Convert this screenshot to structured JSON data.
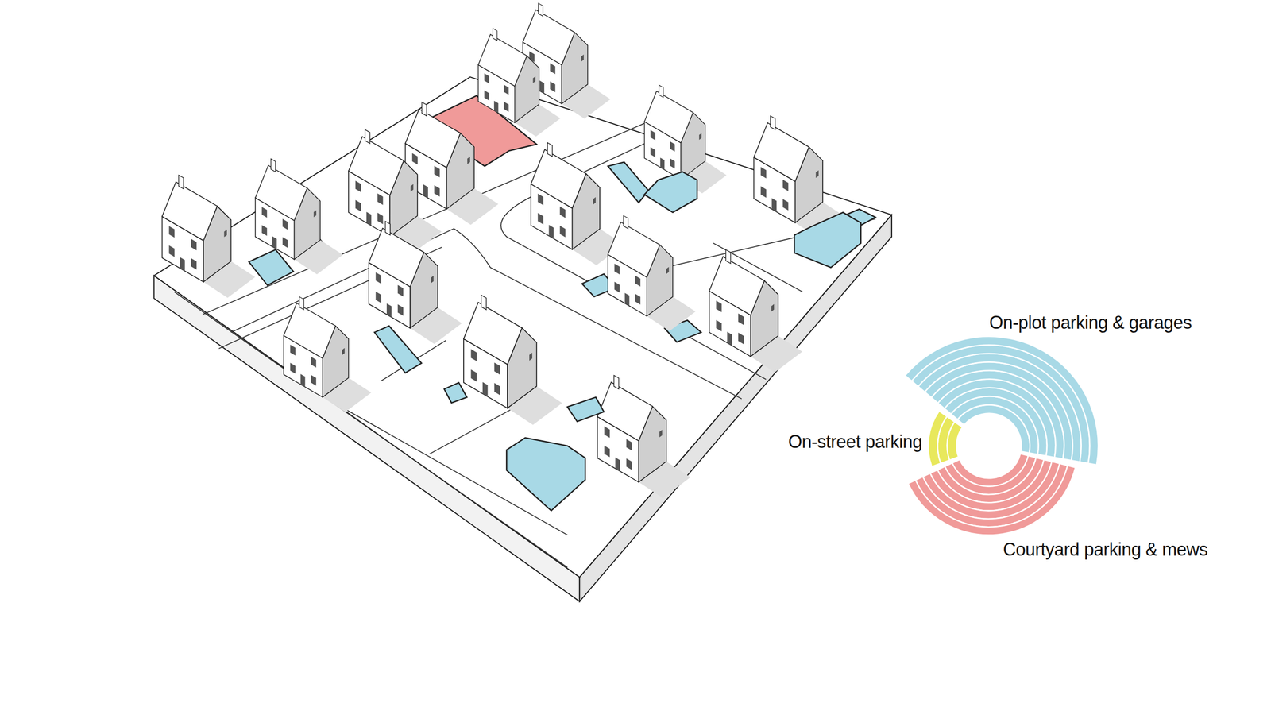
{
  "diagram": {
    "legend": [
      {
        "text": "On-plot parking & garages",
        "color": "#a8d9e6"
      },
      {
        "text": "On-street parking",
        "color": "#e8e85c"
      },
      {
        "text": "Courtyard parking & mews",
        "color": "#f09a99"
      }
    ]
  }
}
